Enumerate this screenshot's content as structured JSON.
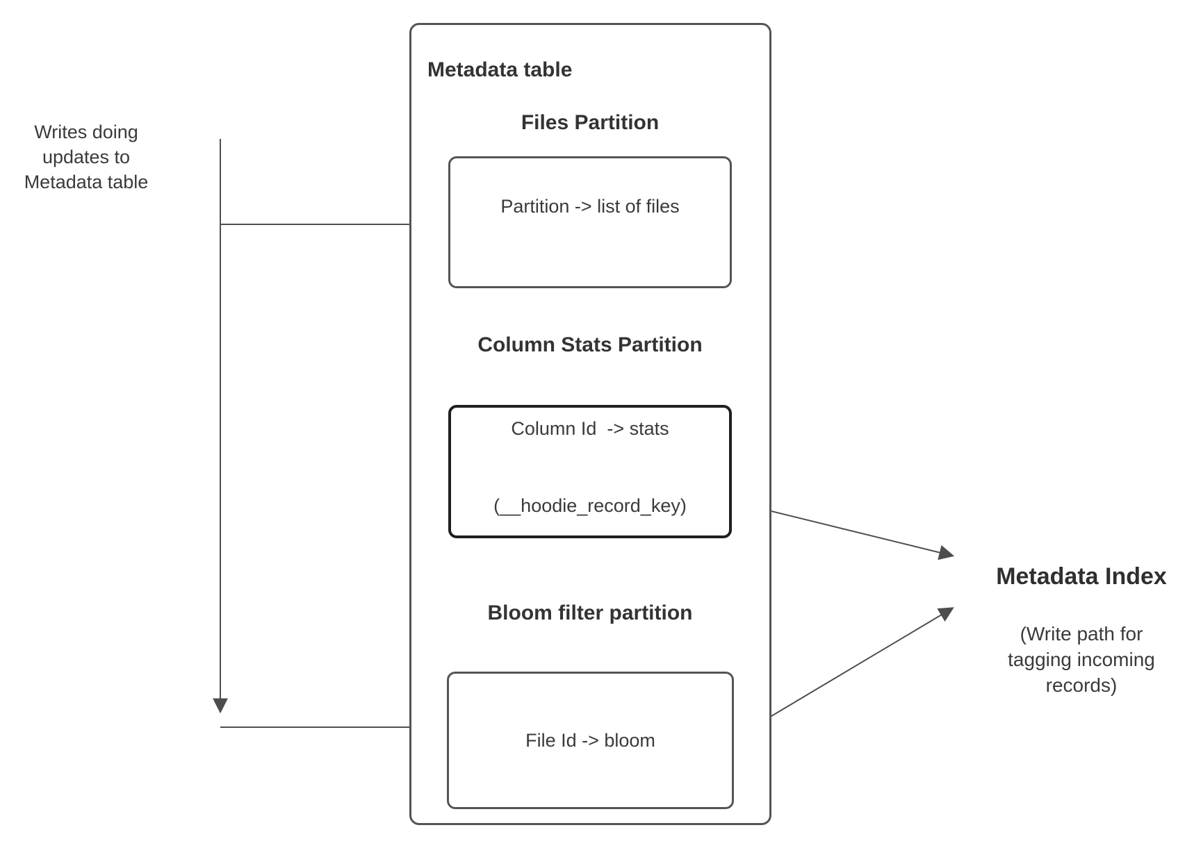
{
  "diagram": {
    "writes_label": "Writes doing updates to Metadata table",
    "metadata_table": {
      "title": "Metadata table",
      "partitions": [
        {
          "heading": "Files Partition",
          "label": "Partition -> list of files"
        },
        {
          "heading": "Column Stats Partition",
          "label": "Column Id  -> stats",
          "label_detail": "(__hoodie_record_key)"
        },
        {
          "heading": "Bloom filter partition",
          "label": "File Id -> bloom"
        }
      ]
    },
    "metadata_index": {
      "title": "Metadata Index",
      "subtitle": "(Write path for tagging incoming records)"
    },
    "colors": {
      "line": "#4d4d4d",
      "box_border": "#545454",
      "emphasis_border": "#1f1f1f",
      "text": "#363636"
    }
  }
}
